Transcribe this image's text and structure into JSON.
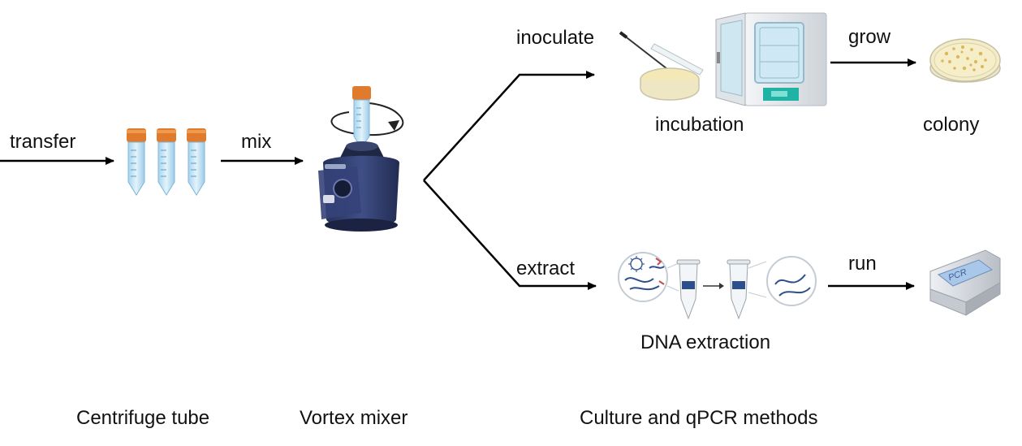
{
  "labels": {
    "transfer": "transfer",
    "mix": "mix",
    "inoculate": "inoculate",
    "grow": "grow",
    "extract": "extract",
    "run": "run",
    "incubation": "incubation",
    "colony": "colony",
    "dna_extraction": "DNA extraction",
    "pcr_screen": "PCR"
  },
  "captions": {
    "centrifuge_tube": "Centrifuge tube",
    "vortex_mixer": "Vortex mixer",
    "methods": "Culture and qPCR methods"
  },
  "colors": {
    "arrow": "#000000",
    "tube_cap": "#e07a2c",
    "tube_body": "#bfe0f2",
    "mixer_body": "#2e3a63",
    "incubator_body": "#e8ecef",
    "incubator_panel": "#1fb3a6",
    "agar": "#f4e9b6",
    "colony_dot": "#d9b95a",
    "pcr_body": "#d9dde3",
    "pcr_screen": "#a9c7e8"
  }
}
